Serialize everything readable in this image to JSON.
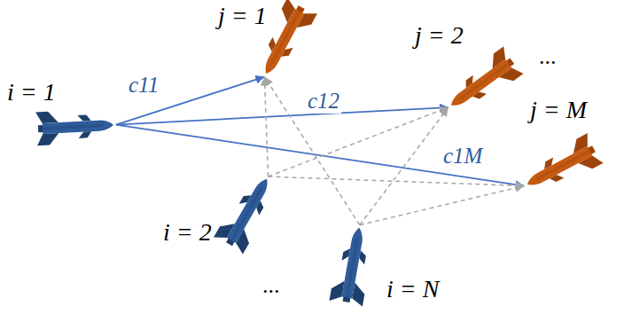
{
  "diagram": {
    "nodes": [
      {
        "text": [
          "i = 1"
        ]
      },
      {
        "text": [
          "i = 2"
        ]
      },
      {
        "text": [
          "i = N"
        ]
      },
      {
        "text": [
          "j = 1"
        ]
      },
      {
        "text": [
          "j = 2"
        ]
      },
      {
        "text": [
          "j = M"
        ]
      }
    ],
    "edges": [
      {
        "from": 0,
        "to": 3,
        "arrow": "to",
        "label": "c11"
      },
      {
        "from": 0,
        "to": 4,
        "arrow": "to",
        "label": "c12"
      },
      {
        "from": 0,
        "to": 5,
        "arrow": "to",
        "label": "c1M"
      },
      {
        "from": 1,
        "to": 3,
        "arrow": "to"
      },
      {
        "from": 1,
        "to": 4,
        "arrow": "to"
      },
      {
        "from": 1,
        "to": 5,
        "arrow": "to"
      },
      {
        "from": 2,
        "to": 3,
        "arrow": "to"
      },
      {
        "from": 2,
        "to": 4,
        "arrow": "to"
      },
      {
        "from": 2,
        "to": 5,
        "arrow": "to"
      }
    ],
    "labels": [
      "...",
      "..."
    ]
  }
}
